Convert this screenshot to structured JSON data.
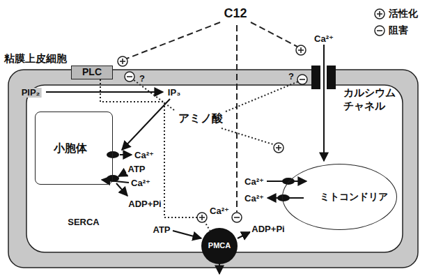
{
  "diagram": {
    "nodes": [
      {
        "text": [
          "粘膜上皮細胞"
        ]
      },
      {
        "text": [
          "PLC"
        ],
        "in": 0
      },
      {
        "text": [
          "カルシウム チャネル"
        ],
        "in": 0
      },
      {
        "text": [
          "小胞体"
        ],
        "in": 0
      },
      {
        "text": [
          "ミトコンドリア"
        ],
        "in": 0
      },
      {
        "text": [
          "PMCA"
        ],
        "in": 0
      }
    ],
    "edges": [
      {
        "from": 1,
        "to": 5,
        "arrow": "none"
      }
    ],
    "labels": [
      "C12",
      "PIP₂",
      "IP₃",
      "?",
      "Ca²⁺",
      "?",
      "アミノ酸",
      "Ca²⁺",
      "ATP",
      "Ca²⁺",
      "ADP+Pi",
      "SERCA",
      "Ca²⁺",
      "Ca²⁺",
      "ATP",
      "Ca²⁺",
      "ADP+Pi"
    ],
    "legend": [
      {
        "text": "活性化"
      },
      {
        "text": "阻害"
      }
    ]
  }
}
